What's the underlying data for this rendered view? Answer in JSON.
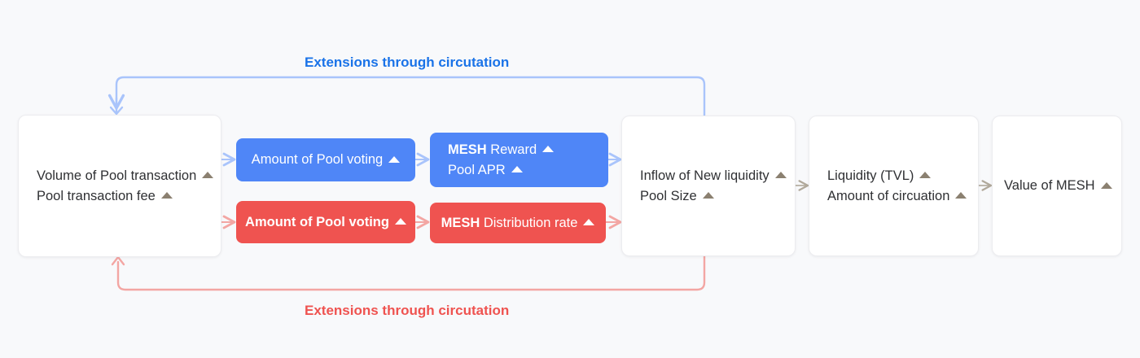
{
  "diagram": {
    "title": "MESH token flywheel diagram",
    "background_color": "#f8f9fb",
    "marker_icon": "up-triangle-icon",
    "colors": {
      "blue": "#4f86f7",
      "blue_text": "#1a73e8",
      "blue_wire": "#a9c4fb",
      "red": "#ef5350",
      "red_wire": "#f3a6a3",
      "neutral_arrow": "#b0a89a",
      "marker": "#8b8070",
      "box_border": "#ececef",
      "background": "#f8f9fb"
    }
  },
  "loops": {
    "top": {
      "label": "Extensions through circutation",
      "color": "#1a73e8"
    },
    "bottom": {
      "label": "Extensions through circutation",
      "color": "#ef5350"
    }
  },
  "nodes": {
    "source": {
      "kind": "white",
      "lines": [
        {
          "text": "Volume of Pool transaction",
          "marker": "up"
        },
        {
          "text": "Pool transaction fee",
          "marker": "up"
        }
      ]
    },
    "blue_voting": {
      "kind": "blue",
      "lines": [
        {
          "text": "Amount of Pool voting",
          "marker": "up"
        }
      ]
    },
    "blue_reward": {
      "kind": "blue",
      "lines": [
        {
          "bold": "MESH",
          "text": "Reward",
          "marker": "up"
        },
        {
          "text": "Pool APR",
          "marker": "up"
        }
      ]
    },
    "red_voting": {
      "kind": "red",
      "lines": [
        {
          "text": "Amount of Pool voting",
          "marker": "up"
        }
      ]
    },
    "red_distribution": {
      "kind": "red",
      "lines": [
        {
          "bold": "MESH",
          "text": "Distribution rate",
          "marker": "up"
        }
      ]
    },
    "inflow": {
      "kind": "white",
      "lines": [
        {
          "text": "Inflow of New liquidity",
          "marker": "up"
        },
        {
          "text": "Pool Size",
          "marker": "up"
        }
      ]
    },
    "liquidity": {
      "kind": "white",
      "lines": [
        {
          "text": "Liquidity (TVL)",
          "marker": "up"
        },
        {
          "text": "Amount of circuation",
          "marker": "up"
        }
      ]
    },
    "value": {
      "kind": "white",
      "lines": [
        {
          "text": "Value of MESH",
          "marker": "up"
        }
      ]
    }
  }
}
